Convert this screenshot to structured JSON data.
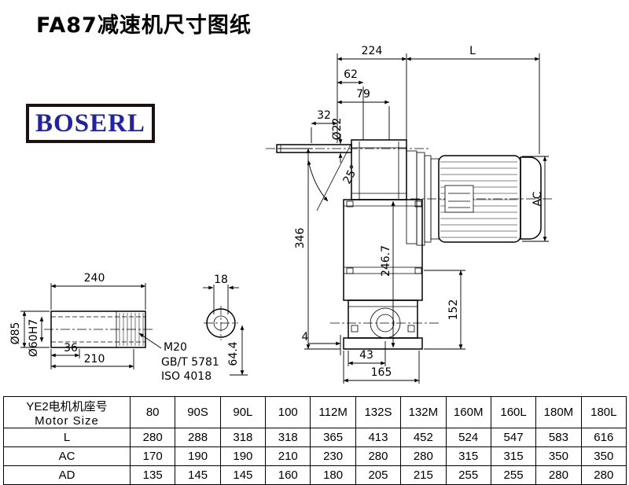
{
  "title": "FA87减速机尺寸图纸",
  "logo": "BOSERL",
  "drawing": {
    "dim_224": "224",
    "dim_L": "L",
    "dim_62": "62",
    "dim_79": "79",
    "dim_32": "32",
    "dim_o22": "Ø22",
    "dim_25deg": "25°",
    "dim_346": "346",
    "dim_246_7": "246.7",
    "dim_AC": "AC",
    "dim_152": "152",
    "dim_4": "4",
    "dim_43": "43",
    "dim_165": "165",
    "dim_18": "18",
    "dim_64_4": "64.4",
    "dim_240": "240",
    "dim_o85": "Ø85",
    "dim_o60h7": "Ø60H7",
    "dim_36": "36",
    "dim_210": "210",
    "note_m20": "M20",
    "note_gb": "GB/T 5781",
    "note_iso": "ISO 4018"
  },
  "table": {
    "header_cn": "YE2电机机座号",
    "header_en": "Motor Size",
    "cols": [
      "80",
      "90S",
      "90L",
      "100",
      "112M",
      "132S",
      "132M",
      "160M",
      "160L",
      "180M",
      "180L"
    ],
    "rows": [
      {
        "label": "L",
        "v": [
          "280",
          "288",
          "318",
          "318",
          "365",
          "413",
          "452",
          "524",
          "547",
          "583",
          "616"
        ]
      },
      {
        "label": "AC",
        "v": [
          "170",
          "190",
          "190",
          "210",
          "230",
          "280",
          "280",
          "315",
          "315",
          "350",
          "350"
        ]
      },
      {
        "label": "AD",
        "v": [
          "135",
          "145",
          "145",
          "160",
          "180",
          "205",
          "215",
          "255",
          "255",
          "280",
          "280"
        ]
      }
    ]
  }
}
